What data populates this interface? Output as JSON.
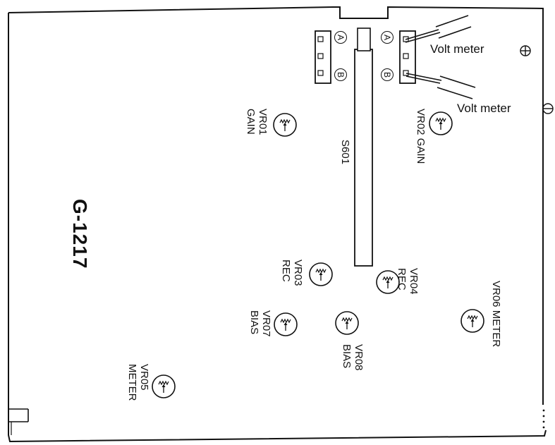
{
  "diagram": {
    "board_id": "G-1217",
    "switch": "S601",
    "terminals": {
      "a": "A",
      "b": "B"
    },
    "volt_meter_plus": "Volt meter",
    "volt_meter_minus": "Volt meter",
    "controls": [
      {
        "id": "vr01",
        "name": "VR01",
        "fn": "GAIN"
      },
      {
        "id": "vr02",
        "name": "VR02",
        "fn": "GAIN"
      },
      {
        "id": "vr03",
        "name": "VR03",
        "fn": "REC"
      },
      {
        "id": "vr04",
        "name": "VR04",
        "fn": "REC"
      },
      {
        "id": "vr05",
        "name": "VR05",
        "fn": "METER"
      },
      {
        "id": "vr06",
        "name": "VR06",
        "fn": "METER"
      },
      {
        "id": "vr07",
        "name": "VR07",
        "fn": "BIAS"
      },
      {
        "id": "vr08",
        "name": "VR08",
        "fn": "BIAS"
      }
    ]
  }
}
